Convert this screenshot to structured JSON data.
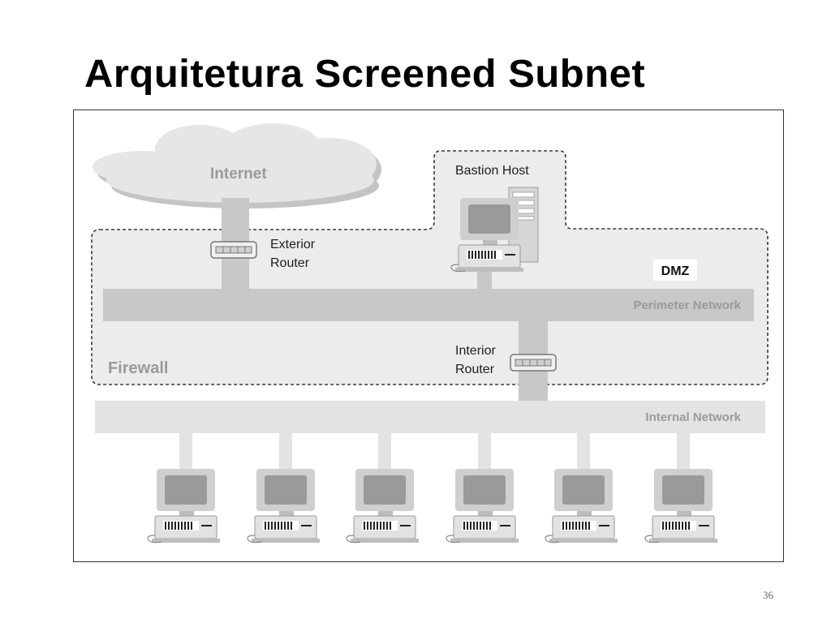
{
  "slide": {
    "title": "Arquitetura Screened Subnet",
    "page_number": "36"
  },
  "diagram": {
    "internet_label": "Internet",
    "bastion_host_label": "Bastion Host",
    "exterior_router_label": [
      "Exterior",
      "Router"
    ],
    "interior_router_label": [
      "Interior",
      "Router"
    ],
    "dmz_label": "DMZ",
    "perimeter_network_label": "Perimeter Network",
    "internal_network_label": "Internal Network",
    "firewall_label": "Firewall",
    "internal_workstation_count": 6
  }
}
